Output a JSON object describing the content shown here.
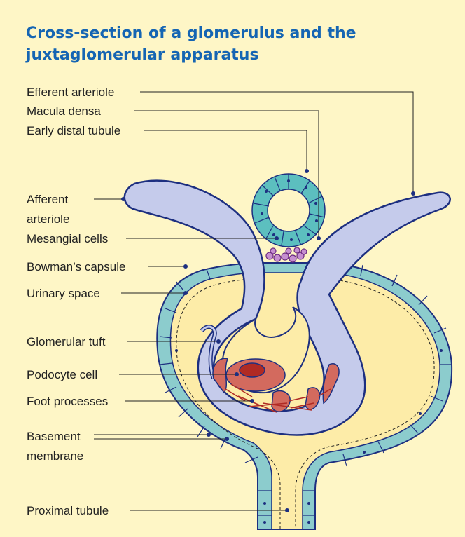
{
  "title": "Cross-section of a glomerulus and the juxtaglomerular apparatus",
  "labels": {
    "efferent_arteriole": "Efferent arteriole",
    "macula_densa": "Macula densa",
    "early_distal_tubule": "Early distal tubule",
    "afferent_line1": "Afferent",
    "afferent_line2": "arteriole",
    "mesangial_cells": "Mesangial cells",
    "bowmans_capsule": "Bowman’s capsule",
    "urinary_space": "Urinary space",
    "glomerular_tuft": "Glomerular tuft",
    "podocyte_cell": "Podocyte cell",
    "foot_processes": "Foot processes",
    "basement_line1": "Basement",
    "basement_line2": "membrane",
    "proximal_tubule": "Proximal tubule"
  },
  "colors": {
    "background": "#fef6c6",
    "title": "#1565b3",
    "capsule_wall": "#8ccccd",
    "urinary_space": "#fdeca8",
    "vessel": "#c5cbeb",
    "vessel_outline": "#1d2f80",
    "podocyte": "#d36a5e",
    "podocyte_nucleus": "#b02a24",
    "tubule_cells": "#5cbfbf",
    "mesangial": "#9a5aa8"
  }
}
